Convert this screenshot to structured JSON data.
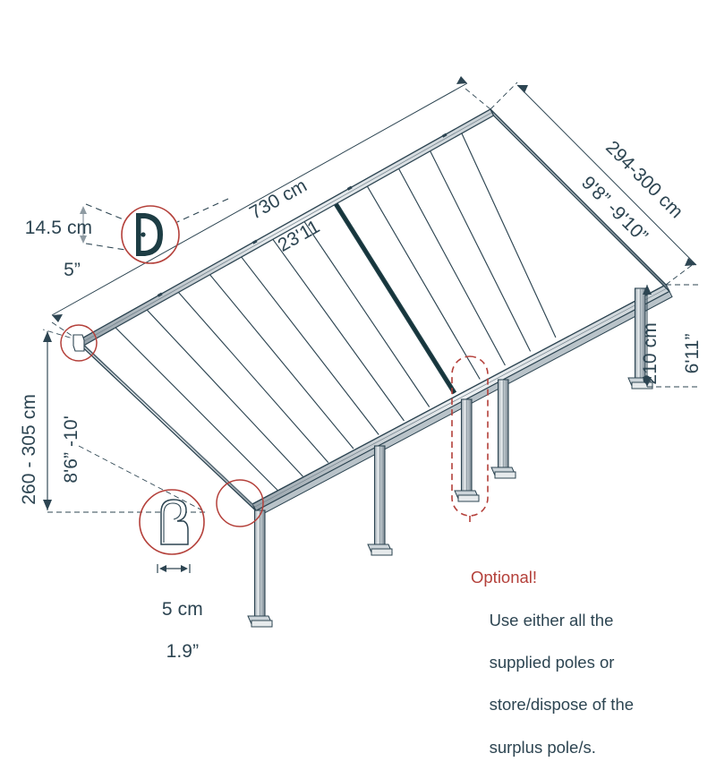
{
  "diagram": {
    "title": "Patio cover / canopy assembly dimension diagram",
    "colors": {
      "line": "#2d4552",
      "beam_dark": "#1d3d44",
      "frame_light": "#8e9aa2",
      "text": "#2d4552",
      "accent_red": "#b4403a",
      "panel_fill": "#ffffff",
      "background": "#ffffff"
    }
  },
  "dimensions": {
    "profile_depth": {
      "cm": "14.5 cm",
      "inch": "5”"
    },
    "length": {
      "cm": "730 cm",
      "inch": "23'11"
    },
    "projection": {
      "cm": "294-300 cm",
      "inch": "9'8” -9'10”"
    },
    "front_height": {
      "cm": "210 cm",
      "inch": "6'11”"
    },
    "wall_height": {
      "cm": "260 - 305 cm",
      "inch": "8'6” -10'"
    },
    "post_width": {
      "cm": "5 cm",
      "inch": "1.9”"
    }
  },
  "callouts": {
    "rafter_profile": {
      "name": "rafter-profile-detail",
      "glyph": "D"
    },
    "post_profile": {
      "name": "post-profile-detail"
    },
    "wall_bracket": {
      "name": "wall-bracket-detail"
    },
    "corner_bracket": {
      "name": "corner-bracket-detail"
    }
  },
  "note": {
    "heading": "Optional!",
    "lines": [
      "Use either all the",
      "supplied poles or",
      "store/dispose of the",
      "surplus pole/s."
    ]
  },
  "structure": {
    "posts": 4,
    "optional_post_index": 3,
    "roof_slats": 13,
    "highlight_beam": true
  }
}
